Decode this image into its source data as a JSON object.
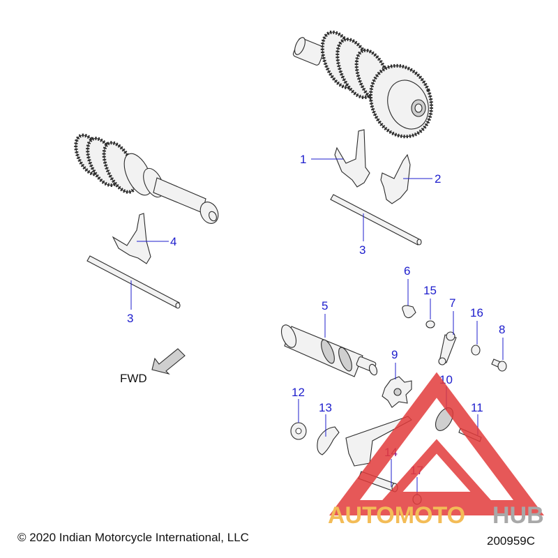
{
  "callouts": [
    {
      "num": "1"
    },
    {
      "num": "2"
    },
    {
      "num": "3"
    },
    {
      "num": "3"
    },
    {
      "num": "4"
    },
    {
      "num": "5"
    },
    {
      "num": "6"
    },
    {
      "num": "15"
    },
    {
      "num": "7"
    },
    {
      "num": "16"
    },
    {
      "num": "8"
    },
    {
      "num": "9"
    },
    {
      "num": "10"
    },
    {
      "num": "11"
    },
    {
      "num": "12"
    },
    {
      "num": "13"
    },
    {
      "num": "14"
    },
    {
      "num": "17"
    }
  ],
  "fwd": {
    "label": "FWD"
  },
  "footer": {
    "copyright": "© 2020 Indian Motorcycle International, LLC",
    "diagram_id": "200959C"
  },
  "watermark": {
    "text_a": "AUTOMOTO",
    "text_b": "HUB",
    "color_a": "#f2b13a",
    "color_b": "#9a9a9a",
    "triangle_color": "#e23b3b"
  }
}
